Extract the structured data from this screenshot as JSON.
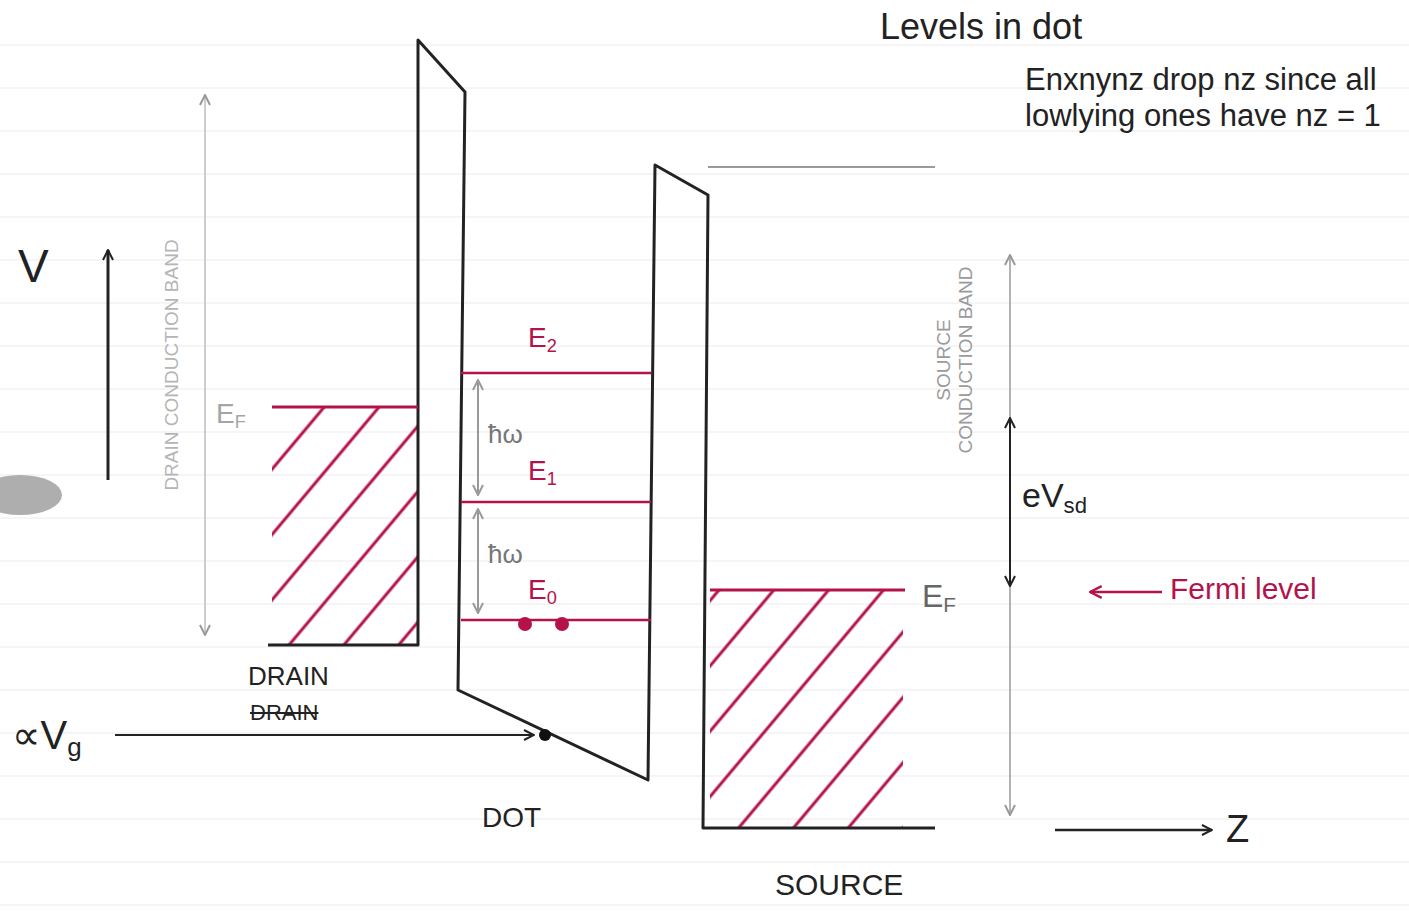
{
  "diagram": {
    "title": "Levels in dot",
    "labels": [
      "Enxnynz drop nz since all lowlying ones have nz = 1",
      "V",
      "DRAIN CONDUCTION BAND",
      "EF",
      "E2",
      "ħω",
      "E1",
      "ħω",
      "E0",
      "SOURCE CONDUCTION BAND",
      "eVsd",
      "EF",
      "Fermi level",
      "DRAIN",
      "∝Vg",
      "DRAIN",
      "DOT",
      "SOURCE",
      "Z"
    ]
  }
}
